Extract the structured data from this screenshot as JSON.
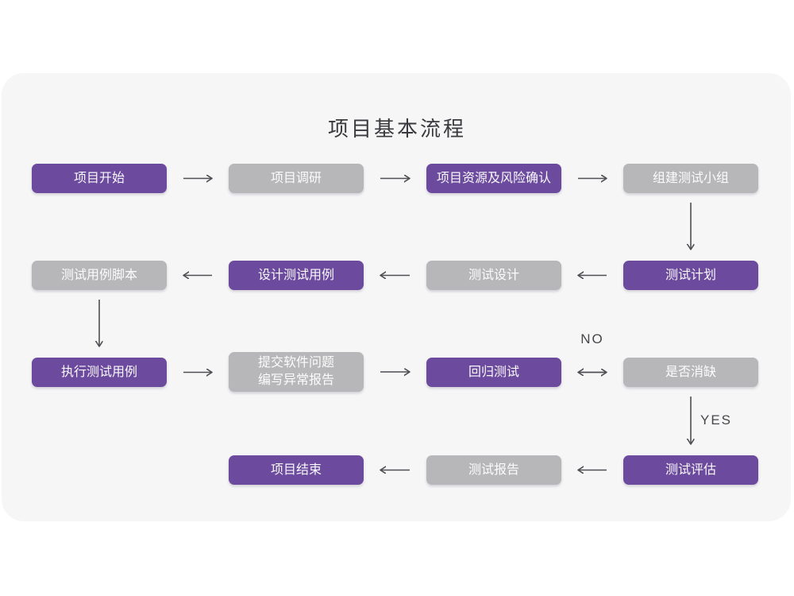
{
  "title": "项目基本流程",
  "nodes": [
    {
      "id": "start",
      "label": "项目开始",
      "color": "purple"
    },
    {
      "id": "research",
      "label": "项目调研",
      "color": "gray"
    },
    {
      "id": "risk",
      "label": "项目资源及风险确认",
      "color": "purple"
    },
    {
      "id": "team",
      "label": "组建测试小组",
      "color": "gray"
    },
    {
      "id": "script",
      "label": "测试用例脚本",
      "color": "gray"
    },
    {
      "id": "design",
      "label": "设计测试用例",
      "color": "purple"
    },
    {
      "id": "testdesign",
      "label": "测试设计",
      "color": "gray"
    },
    {
      "id": "plan",
      "label": "测试计划",
      "color": "purple"
    },
    {
      "id": "execute",
      "label": "执行测试用例",
      "color": "purple"
    },
    {
      "id": "submit",
      "label": "提交软件问题\n编写异常报告",
      "color": "gray"
    },
    {
      "id": "regression",
      "label": "回归测试",
      "color": "purple"
    },
    {
      "id": "resolved",
      "label": "是否消缺",
      "color": "gray"
    },
    {
      "id": "end",
      "label": "项目结束",
      "color": "purple"
    },
    {
      "id": "report",
      "label": "测试报告",
      "color": "gray"
    },
    {
      "id": "evaluate",
      "label": "测试评估",
      "color": "purple"
    }
  ],
  "edges": [
    {
      "from": "start",
      "to": "research"
    },
    {
      "from": "research",
      "to": "risk"
    },
    {
      "from": "risk",
      "to": "team"
    },
    {
      "from": "team",
      "to": "plan"
    },
    {
      "from": "plan",
      "to": "testdesign"
    },
    {
      "from": "testdesign",
      "to": "design"
    },
    {
      "from": "design",
      "to": "script"
    },
    {
      "from": "script",
      "to": "execute"
    },
    {
      "from": "execute",
      "to": "submit"
    },
    {
      "from": "submit",
      "to": "regression"
    },
    {
      "from": "regression",
      "to": "resolved"
    },
    {
      "from": "resolved",
      "to": "regression",
      "label": "NO"
    },
    {
      "from": "resolved",
      "to": "evaluate",
      "label": "YES"
    },
    {
      "from": "evaluate",
      "to": "report"
    },
    {
      "from": "report",
      "to": "end"
    }
  ],
  "colors": {
    "purple": "#6c4b9e",
    "gray": "#b7b6b8",
    "card_bg": "#f6f6f7",
    "page_bg": "#ffffff",
    "arrow": "#4f4e53",
    "title_text": "#3a393e"
  }
}
